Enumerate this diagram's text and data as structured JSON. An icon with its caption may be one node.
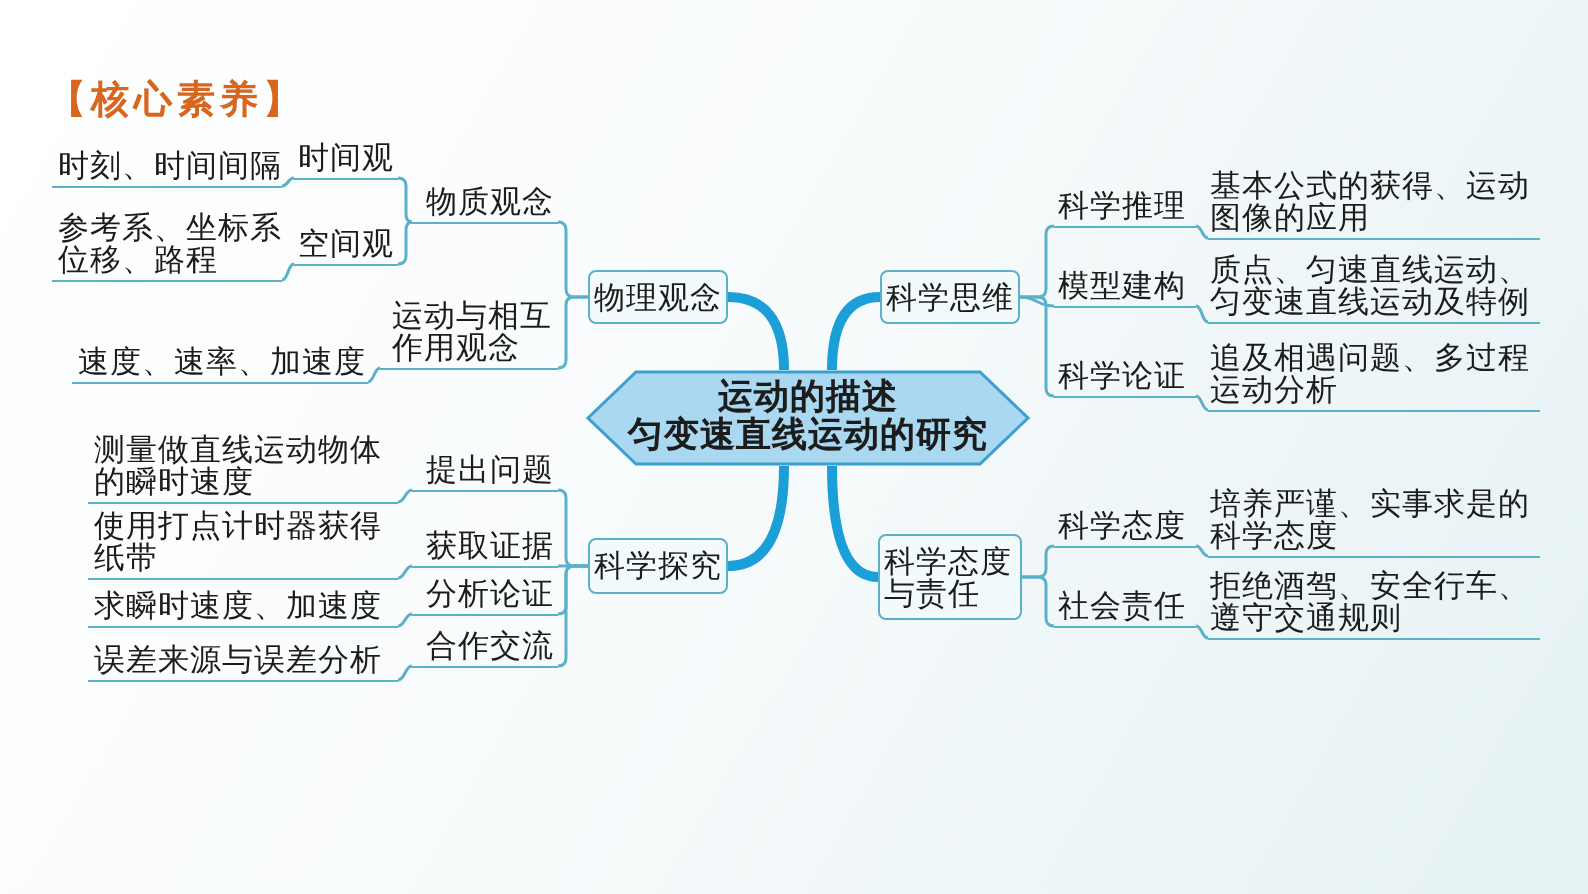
{
  "diagram": {
    "title": "【核心素养】",
    "nodes": [
      {
        "text": [
          "运动的描述",
          "匀变速直线运动的研究"
        ]
      },
      {
        "text": [
          "物理观念"
        ]
      },
      {
        "text": [
          "物质观念"
        ]
      },
      {
        "text": [
          "时间观"
        ]
      },
      {
        "text": [
          "时刻、时间间隔"
        ]
      },
      {
        "text": [
          "空间观"
        ]
      },
      {
        "text": [
          "参考系、坐标系位移、路程"
        ]
      },
      {
        "text": [
          "运动与相互作用观念"
        ]
      },
      {
        "text": [
          "速度、速率、加速度"
        ]
      },
      {
        "text": [
          "科学思维"
        ]
      },
      {
        "text": [
          "科学推理"
        ]
      },
      {
        "text": [
          "基本公式的获得、运动图像的应用"
        ]
      },
      {
        "text": [
          "模型建构"
        ]
      },
      {
        "text": [
          "质点、匀速直线运动、匀变速直线运动及特例"
        ]
      },
      {
        "text": [
          "科学论证"
        ]
      },
      {
        "text": [
          "追及相遇问题、多过程运动分析"
        ]
      },
      {
        "text": [
          "科学探究"
        ]
      },
      {
        "text": [
          "提出问题"
        ]
      },
      {
        "text": [
          "测量做直线运动物体的瞬时速度"
        ]
      },
      {
        "text": [
          "获取证据"
        ]
      },
      {
        "text": [
          "使用打点计时器获得纸带"
        ]
      },
      {
        "text": [
          "分析论证"
        ]
      },
      {
        "text": [
          "求瞬时速度、加速度"
        ]
      },
      {
        "text": [
          "合作交流"
        ]
      },
      {
        "text": [
          "误差来源与误差分析"
        ]
      },
      {
        "text": [
          "科学态度与责任"
        ]
      },
      {
        "text": [
          "科学态度"
        ]
      },
      {
        "text": [
          "培养严谨、实事求是的科学态度"
        ]
      },
      {
        "text": [
          "社会责任"
        ]
      },
      {
        "text": [
          "拒绝酒驾、安全行车、遵守交通规则"
        ]
      }
    ],
    "edges": [
      {
        "from": 0,
        "to": 1,
        "arrow": "none",
        "style": "thick",
        "color": "#1a9fd8"
      },
      {
        "from": 0,
        "to": 9,
        "arrow": "none",
        "style": "thick",
        "color": "#1a9fd8"
      },
      {
        "from": 0,
        "to": 16,
        "arrow": "none",
        "style": "thick",
        "color": "#1a9fd8"
      },
      {
        "from": 0,
        "to": 25,
        "arrow": "none",
        "style": "thick",
        "color": "#1a9fd8"
      },
      {
        "from": 1,
        "to": 2,
        "arrow": "none"
      },
      {
        "from": 1,
        "to": 7,
        "arrow": "none"
      },
      {
        "from": 2,
        "to": 3,
        "arrow": "none"
      },
      {
        "from": 2,
        "to": 5,
        "arrow": "none"
      },
      {
        "from": 3,
        "to": 4,
        "arrow": "none"
      },
      {
        "from": 5,
        "to": 6,
        "arrow": "none"
      },
      {
        "from": 7,
        "to": 8,
        "arrow": "none"
      },
      {
        "from": 9,
        "to": 10,
        "arrow": "none"
      },
      {
        "from": 9,
        "to": 12,
        "arrow": "none"
      },
      {
        "from": 9,
        "to": 14,
        "arrow": "none"
      },
      {
        "from": 10,
        "to": 11,
        "arrow": "none"
      },
      {
        "from": 12,
        "to": 13,
        "arrow": "none"
      },
      {
        "from": 14,
        "to": 15,
        "arrow": "none"
      },
      {
        "from": 16,
        "to": 17,
        "arrow": "none"
      },
      {
        "from": 16,
        "to": 19,
        "arrow": "none"
      },
      {
        "from": 16,
        "to": 21,
        "arrow": "none"
      },
      {
        "from": 16,
        "to": 23,
        "arrow": "none"
      },
      {
        "from": 17,
        "to": 18,
        "arrow": "none"
      },
      {
        "from": 19,
        "to": 20,
        "arrow": "none"
      },
      {
        "from": 21,
        "to": 22,
        "arrow": "none"
      },
      {
        "from": 23,
        "to": 24,
        "arrow": "none"
      },
      {
        "from": 25,
        "to": 26,
        "arrow": "none"
      },
      {
        "from": 25,
        "to": 28,
        "arrow": "none"
      },
      {
        "from": 26,
        "to": 27,
        "arrow": "none"
      },
      {
        "from": 28,
        "to": 29,
        "arrow": "none"
      }
    ]
  }
}
